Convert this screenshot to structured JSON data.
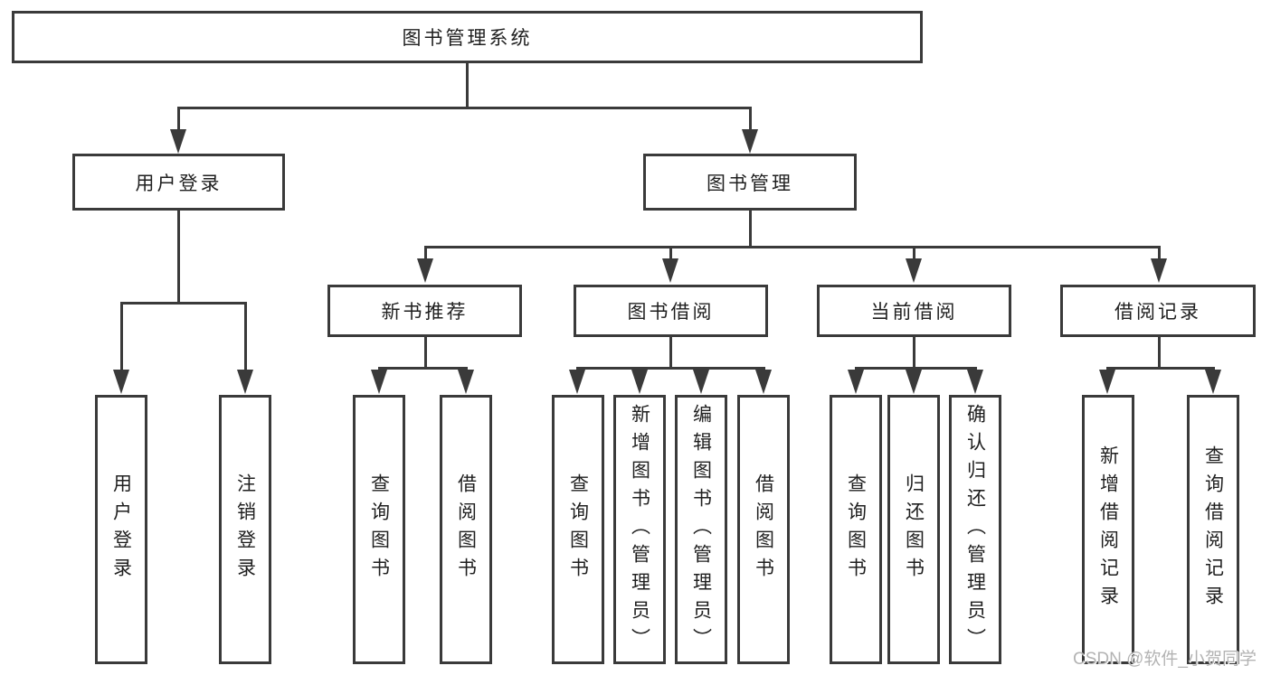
{
  "diagram": {
    "type": "hierarchy-tree",
    "colors": {
      "line": "#3a3a3a",
      "text": "#1f1f1f",
      "watermark": "#b3b3b3",
      "background": "#ffffff"
    },
    "nodes": {
      "root": "图书管理系统",
      "user_login": "用户登录",
      "book_mgmt": "图书管理",
      "new_book_rec": "新书推荐",
      "book_borrow": "图书借阅",
      "current_borrow": "当前借阅",
      "borrow_records": "借阅记录",
      "leaf_user_login": "用户登录",
      "leaf_logout": "注销登录",
      "leaf_query_book_rec": "查询图书",
      "leaf_borrow_book_rec": "借阅图书",
      "leaf_query_book_borrow": "查询图书",
      "leaf_add_book_admin": "新增图书（管理员）",
      "leaf_edit_book_admin": "编辑图书（管理员）",
      "leaf_borrow_book_borrow": "借阅图书",
      "leaf_query_book_current": "查询图书",
      "leaf_return_book": "归还图书",
      "leaf_confirm_return_admin": "确认归还（管理员）",
      "leaf_add_borrow_record": "新增借阅记录",
      "leaf_query_borrow_record": "查询借阅记录"
    },
    "edges": [
      [
        "root",
        "user_login"
      ],
      [
        "root",
        "book_mgmt"
      ],
      [
        "user_login",
        "leaf_user_login"
      ],
      [
        "user_login",
        "leaf_logout"
      ],
      [
        "book_mgmt",
        "new_book_rec"
      ],
      [
        "book_mgmt",
        "book_borrow"
      ],
      [
        "book_mgmt",
        "current_borrow"
      ],
      [
        "book_mgmt",
        "borrow_records"
      ],
      [
        "new_book_rec",
        "leaf_query_book_rec"
      ],
      [
        "new_book_rec",
        "leaf_borrow_book_rec"
      ],
      [
        "book_borrow",
        "leaf_query_book_borrow"
      ],
      [
        "book_borrow",
        "leaf_add_book_admin"
      ],
      [
        "book_borrow",
        "leaf_edit_book_admin"
      ],
      [
        "book_borrow",
        "leaf_borrow_book_borrow"
      ],
      [
        "current_borrow",
        "leaf_query_book_current"
      ],
      [
        "current_borrow",
        "leaf_return_book"
      ],
      [
        "current_borrow",
        "leaf_confirm_return_admin"
      ],
      [
        "borrow_records",
        "leaf_add_borrow_record"
      ],
      [
        "borrow_records",
        "leaf_query_borrow_record"
      ]
    ],
    "watermark": "CSDN @软件_小贺同学"
  }
}
